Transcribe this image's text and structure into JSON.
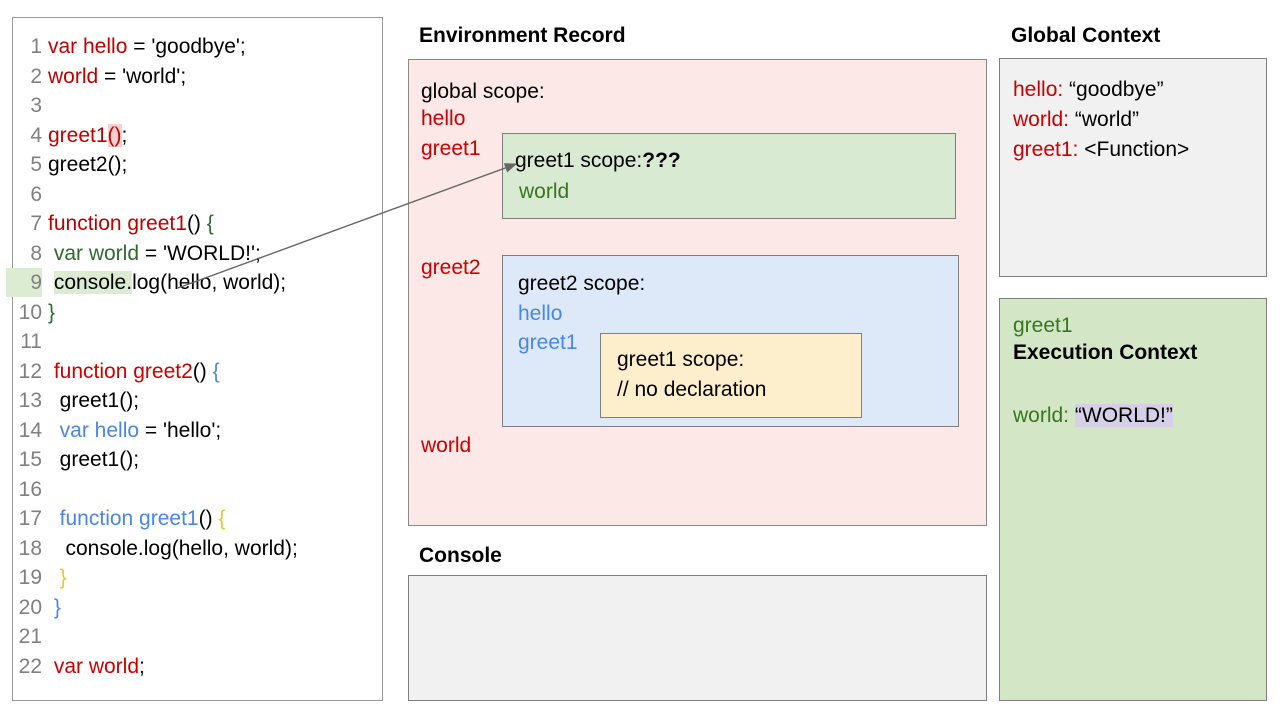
{
  "editor": {
    "lines": [
      {
        "n": "1",
        "segments": [
          {
            "t": "var hello",
            "c": "k-red"
          },
          {
            "t": " = 'goodbye';",
            "c": "k-black"
          }
        ]
      },
      {
        "n": "2",
        "segments": [
          {
            "t": "world",
            "c": "k-red"
          },
          {
            "t": " = 'world';",
            "c": "k-black"
          }
        ]
      },
      {
        "n": "3",
        "segments": []
      },
      {
        "n": "4",
        "segments": [
          {
            "t": "greet1",
            "c": "k-red"
          },
          {
            "t": "()",
            "c": "k-red hl-pink"
          },
          {
            "t": ";",
            "c": "k-black"
          }
        ]
      },
      {
        "n": "5",
        "segments": [
          {
            "t": "greet2();",
            "c": "k-black"
          }
        ]
      },
      {
        "n": "6",
        "segments": []
      },
      {
        "n": "7",
        "segments": [
          {
            "t": "function greet1",
            "c": "k-red"
          },
          {
            "t": "() ",
            "c": "k-black"
          },
          {
            "t": "{",
            "c": "k-green"
          }
        ]
      },
      {
        "n": "8",
        "segments": [
          {
            "t": " var world",
            "c": "k-green"
          },
          {
            "t": " = 'WORLD!';",
            "c": "k-black"
          }
        ]
      },
      {
        "n": "9",
        "segments": [
          {
            "t": " ",
            "c": "k-black"
          },
          {
            "t": "console.",
            "c": "k-black hl-green"
          },
          {
            "t": "log(hello, world);",
            "c": "k-black"
          }
        ],
        "lnHighlight": true
      },
      {
        "n": "10",
        "segments": [
          {
            "t": "}",
            "c": "k-green"
          }
        ]
      },
      {
        "n": "11",
        "segments": []
      },
      {
        "n": "12",
        "segments": [
          {
            "t": " function greet2",
            "c": "k-red2"
          },
          {
            "t": "() ",
            "c": "k-black"
          },
          {
            "t": "{",
            "c": "k-blue"
          }
        ]
      },
      {
        "n": "13",
        "segments": [
          {
            "t": "  greet1();",
            "c": "k-black"
          }
        ]
      },
      {
        "n": "14",
        "segments": [
          {
            "t": "  var hello",
            "c": "k-blue"
          },
          {
            "t": " = 'hello';",
            "c": "k-black"
          }
        ]
      },
      {
        "n": "15",
        "segments": [
          {
            "t": "  greet1();",
            "c": "k-black"
          }
        ]
      },
      {
        "n": "16",
        "segments": []
      },
      {
        "n": "17",
        "segments": [
          {
            "t": "  function greet1",
            "c": "k-blue"
          },
          {
            "t": "() ",
            "c": "k-black"
          },
          {
            "t": "{",
            "c": "k-amber"
          }
        ]
      },
      {
        "n": "18",
        "segments": [
          {
            "t": "   console.log(hello, world);",
            "c": "k-black"
          }
        ]
      },
      {
        "n": "19",
        "segments": [
          {
            "t": "  }",
            "c": "k-amber"
          }
        ]
      },
      {
        "n": "20",
        "segments": [
          {
            "t": " }",
            "c": "k-blue"
          }
        ]
      },
      {
        "n": "21",
        "segments": []
      },
      {
        "n": "22",
        "segments": [
          {
            "t": " var world",
            "c": "k-red2"
          },
          {
            "t": ";",
            "c": "k-black"
          }
        ]
      }
    ]
  },
  "environment_record": {
    "title": "Environment Record",
    "global_scope_label": "global scope:",
    "bindings": [
      "hello",
      "greet1",
      "greet2",
      "world"
    ],
    "greet1_scope": {
      "title_prefix": "greet1 scope:",
      "title_suffix": "???",
      "bindings": [
        "world"
      ]
    },
    "greet2_scope": {
      "title": "greet2 scope:",
      "bindings": [
        "hello",
        "greet1"
      ],
      "nested_greet1_scope": {
        "title": "greet1 scope:",
        "note": "// no declaration"
      }
    }
  },
  "console": {
    "title": "Console",
    "output": ""
  },
  "global_context": {
    "title": "Global Context",
    "rows": [
      {
        "key": "hello:",
        "value": "“goodbye”"
      },
      {
        "key": "world:",
        "value": "“world”"
      },
      {
        "key": "greet1:",
        "value": "<Function>"
      }
    ]
  },
  "execution_context": {
    "name": "greet1",
    "heading": "Execution Context",
    "rows": [
      {
        "key": "world:",
        "value": "“WORLD!”"
      }
    ]
  },
  "colors": {
    "env_panel_bg": "#fce8e6",
    "greet1_scope_bg": "#d9ead3",
    "greet2_scope_bg": "#dde9f8",
    "nested_scope_bg": "#fdefcb",
    "exec_context_bg": "#d3e7c6",
    "global_context_bg": "#f1f1f1",
    "console_bg": "#f1f1f1",
    "red_ident": "#cc0000",
    "green_ident": "#38761d",
    "blue_ident": "#4a86e8",
    "amber_ident": "#f1c232",
    "value_highlight": "#d5cfe8",
    "line_highlight_green": "#dcecd2",
    "call_highlight_pink": "#f6cfcf"
  }
}
